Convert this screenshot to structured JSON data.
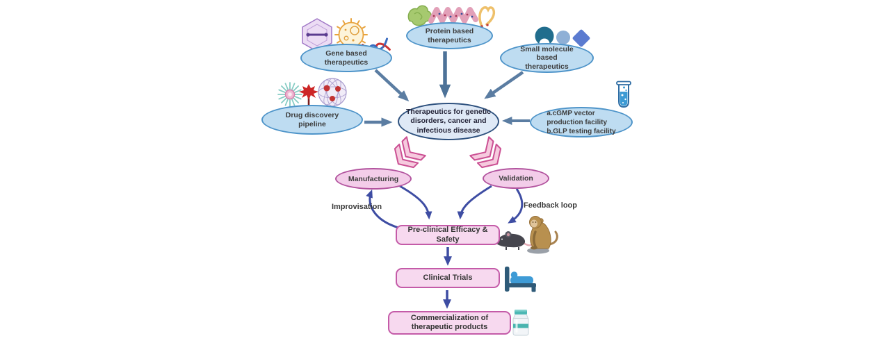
{
  "figure": {
    "type": "flow-diagram",
    "title": "Therapeutics development pipeline diagram"
  },
  "nodes": {
    "gene": {
      "label": "Gene based therapeutics"
    },
    "protein": {
      "label": "Protein based therapeutics"
    },
    "small_molecule": {
      "label": "Small molecule based therapeutics"
    },
    "drug_discovery": {
      "label": "Drug discovery pipeline"
    },
    "central": {
      "label": "Therapeutics for genetic disorders, cancer and infectious disease"
    },
    "facility": {
      "lines": [
        "a.cGMP vector",
        "production facility",
        "b.GLP testing facility"
      ]
    },
    "manufacturing": {
      "label": "Manufacturing"
    },
    "validation": {
      "label": "Validation"
    },
    "preclinical": {
      "label": "Pre-clinical Efficacy & Safety"
    },
    "clinical_trials": {
      "label": "Clinical Trials"
    },
    "commercialization": {
      "label": "Commercialization of therapeutic products"
    }
  },
  "annotations": {
    "improvisation": "Improvisation",
    "feedback_loop": "Feedback loop"
  },
  "icons": {
    "gene": [
      "aav-capsid-icon",
      "viral-vector-icon",
      "dna-helix-icon"
    ],
    "protein": [
      "protein-blob-icon",
      "alpha-helix-icon",
      "ribbon-loop-icon"
    ],
    "small_molecule": [
      "receptor-crescent-icon",
      "molecule-circle-icon",
      "molecule-diamond-icon"
    ],
    "drug_discovery": [
      "dendrimer-starburst-icon",
      "phage-icon",
      "nanoparticle-mesh-icon"
    ],
    "facility": [
      "test-tube-icon"
    ],
    "preclinical": [
      "mouse-icon",
      "monkey-icon"
    ],
    "clinical_trials": [
      "hospital-bed-icon"
    ],
    "commercialization": [
      "vial-icon"
    ]
  },
  "colors": {
    "node_fill_blue": "#bedcf1",
    "node_border_blue": "#4e94c9",
    "central_fill": "#dfe9f6",
    "central_border": "#2e517e",
    "pink_fill": "#f3cde9",
    "pink_border": "#b2539e",
    "box_fill": "#f7d9ef",
    "box_border": "#c45ba8",
    "chevron_fill": "#f6cade",
    "chevron_border": "#cb5093",
    "arrow_slate": "#5b7da2",
    "arrow_indigo": "#3e4da3",
    "text_dark": "#3c3c3c"
  }
}
